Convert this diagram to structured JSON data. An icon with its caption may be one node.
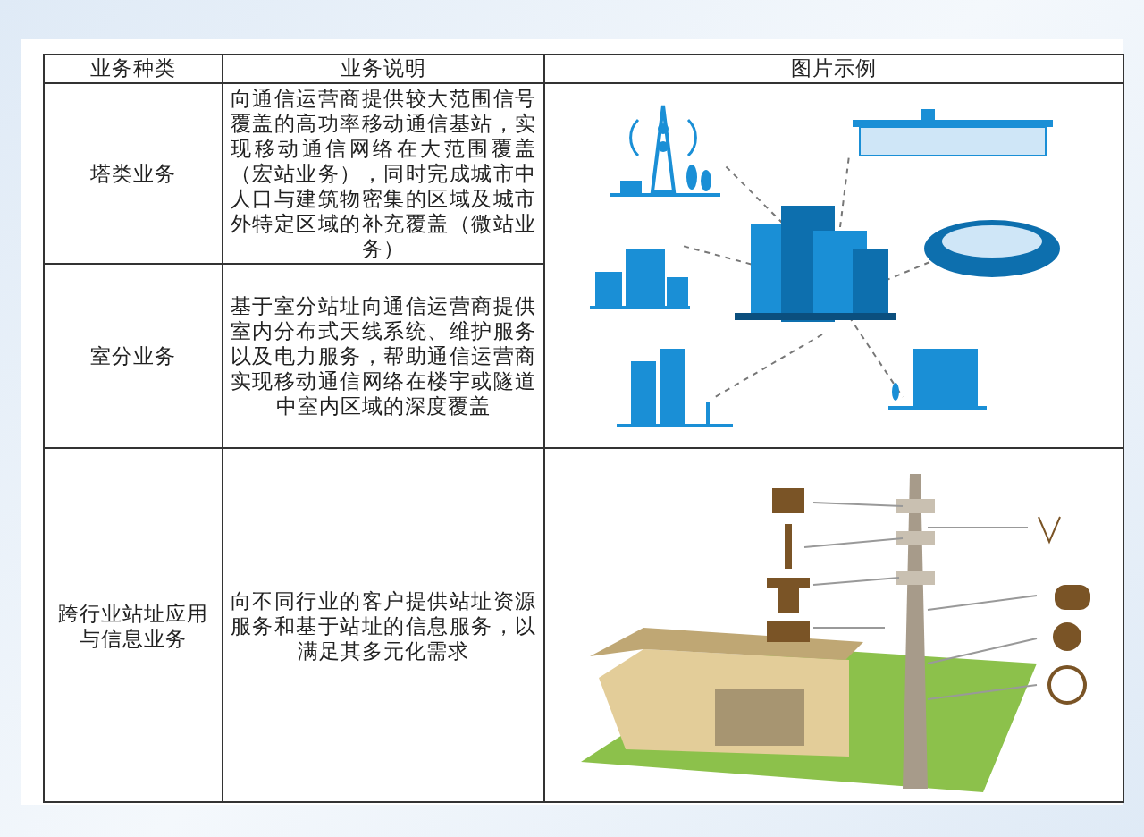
{
  "diagram": {
    "labels": [
      "业务种类",
      "业务说明",
      "图片示例",
      "塔类业务",
      "向通信运营商提供较大范围信号覆盖的高功率移动通信基站，实现移动通信网络在大范围覆盖（宏站业务），同时完成城市中人口与建筑物密集的区域及城市外特定区域的补充覆盖（微站业务）",
      "室分业务",
      "基于室分站址向通信运营商提供室内分布式天线系统、维护服务以及电力服务，帮助通信运营商实现移动通信网络在楼宇或隧道中室内区域的深度覆盖",
      "跨行业站址应用与信息业务",
      "向不同行业的客户提供站址资源服务和基于站址的信息服务，以满足其多元化需求"
    ]
  }
}
